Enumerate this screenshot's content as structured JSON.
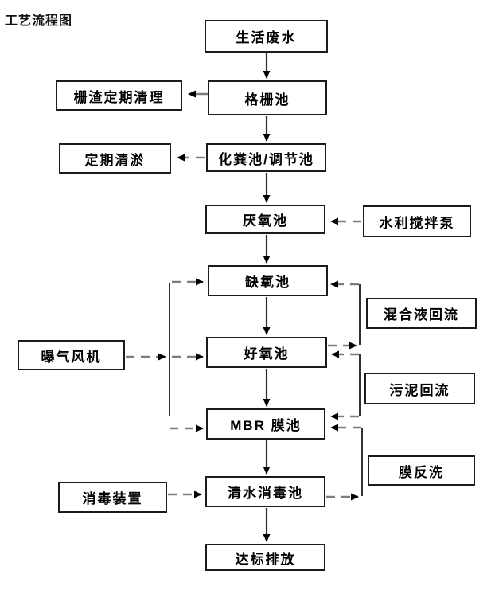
{
  "title": "工艺流程图",
  "nodes": {
    "source": {
      "label": "生活废水"
    },
    "grid": {
      "label": "格栅池"
    },
    "grid_residue": {
      "label": "栅渣定期清理"
    },
    "septic": {
      "label": "化粪池/调节池"
    },
    "desilt": {
      "label": "定期清淤"
    },
    "anaerobic": {
      "label": "厌氧池"
    },
    "mixer_pump": {
      "label": "水利搅拌泵"
    },
    "anoxic": {
      "label": "缺氧池"
    },
    "mixed_reflux": {
      "label": "混合液回流"
    },
    "aerobic": {
      "label": "好氧池"
    },
    "blower": {
      "label": "曝气风机"
    },
    "sludge_reflux": {
      "label": "污泥回流"
    },
    "mbr": {
      "label": "MBR 膜池"
    },
    "backwash": {
      "label": "膜反洗"
    },
    "clean": {
      "label": "清水消毒池"
    },
    "disinfect": {
      "label": "消毒装置"
    },
    "discharge": {
      "label": "达标排放"
    }
  },
  "edges": [
    {
      "from": "生活废水",
      "to": "格栅池",
      "style": "solid"
    },
    {
      "from": "格栅池",
      "to": "栅渣定期清理",
      "style": "solid"
    },
    {
      "from": "格栅池",
      "to": "化粪池/调节池",
      "style": "solid"
    },
    {
      "from": "化粪池/调节池",
      "to": "定期清淤",
      "style": "dashed"
    },
    {
      "from": "化粪池/调节池",
      "to": "厌氧池",
      "style": "solid"
    },
    {
      "from": "水利搅拌泵",
      "to": "厌氧池",
      "style": "dashed"
    },
    {
      "from": "厌氧池",
      "to": "缺氧池",
      "style": "solid"
    },
    {
      "from": "缺氧池",
      "to": "好氧池",
      "style": "solid"
    },
    {
      "from": "好氧池",
      "to": "缺氧池",
      "style": "dashed",
      "label": "混合液回流"
    },
    {
      "from": "曝气风机",
      "to": "缺氧池",
      "style": "dashed"
    },
    {
      "from": "曝气风机",
      "to": "好氧池",
      "style": "dashed"
    },
    {
      "from": "曝气风机",
      "to": "MBR 膜池",
      "style": "dashed"
    },
    {
      "between": [
        "好氧池",
        "MBR 膜池"
      ],
      "style": "dashed",
      "label": "污泥回流",
      "arrows": "both"
    },
    {
      "from": "好氧池",
      "to": "MBR 膜池",
      "style": "solid"
    },
    {
      "from": "MBR 膜池",
      "to": "清水消毒池",
      "style": "solid"
    },
    {
      "from": "清水消毒池",
      "to": "MBR 膜池",
      "style": "dashed",
      "label": "膜反洗"
    },
    {
      "from": "消毒装置",
      "to": "清水消毒池",
      "style": "dashed"
    },
    {
      "from": "清水消毒池",
      "to": "达标排放",
      "style": "solid"
    }
  ],
  "colors": {
    "box_border": "#1b1b1b",
    "solid_arrow": "#2e2e2e",
    "dashed_arrow": "#7d7d7d",
    "arrowhead": "#000000",
    "background": "#ffffff"
  }
}
